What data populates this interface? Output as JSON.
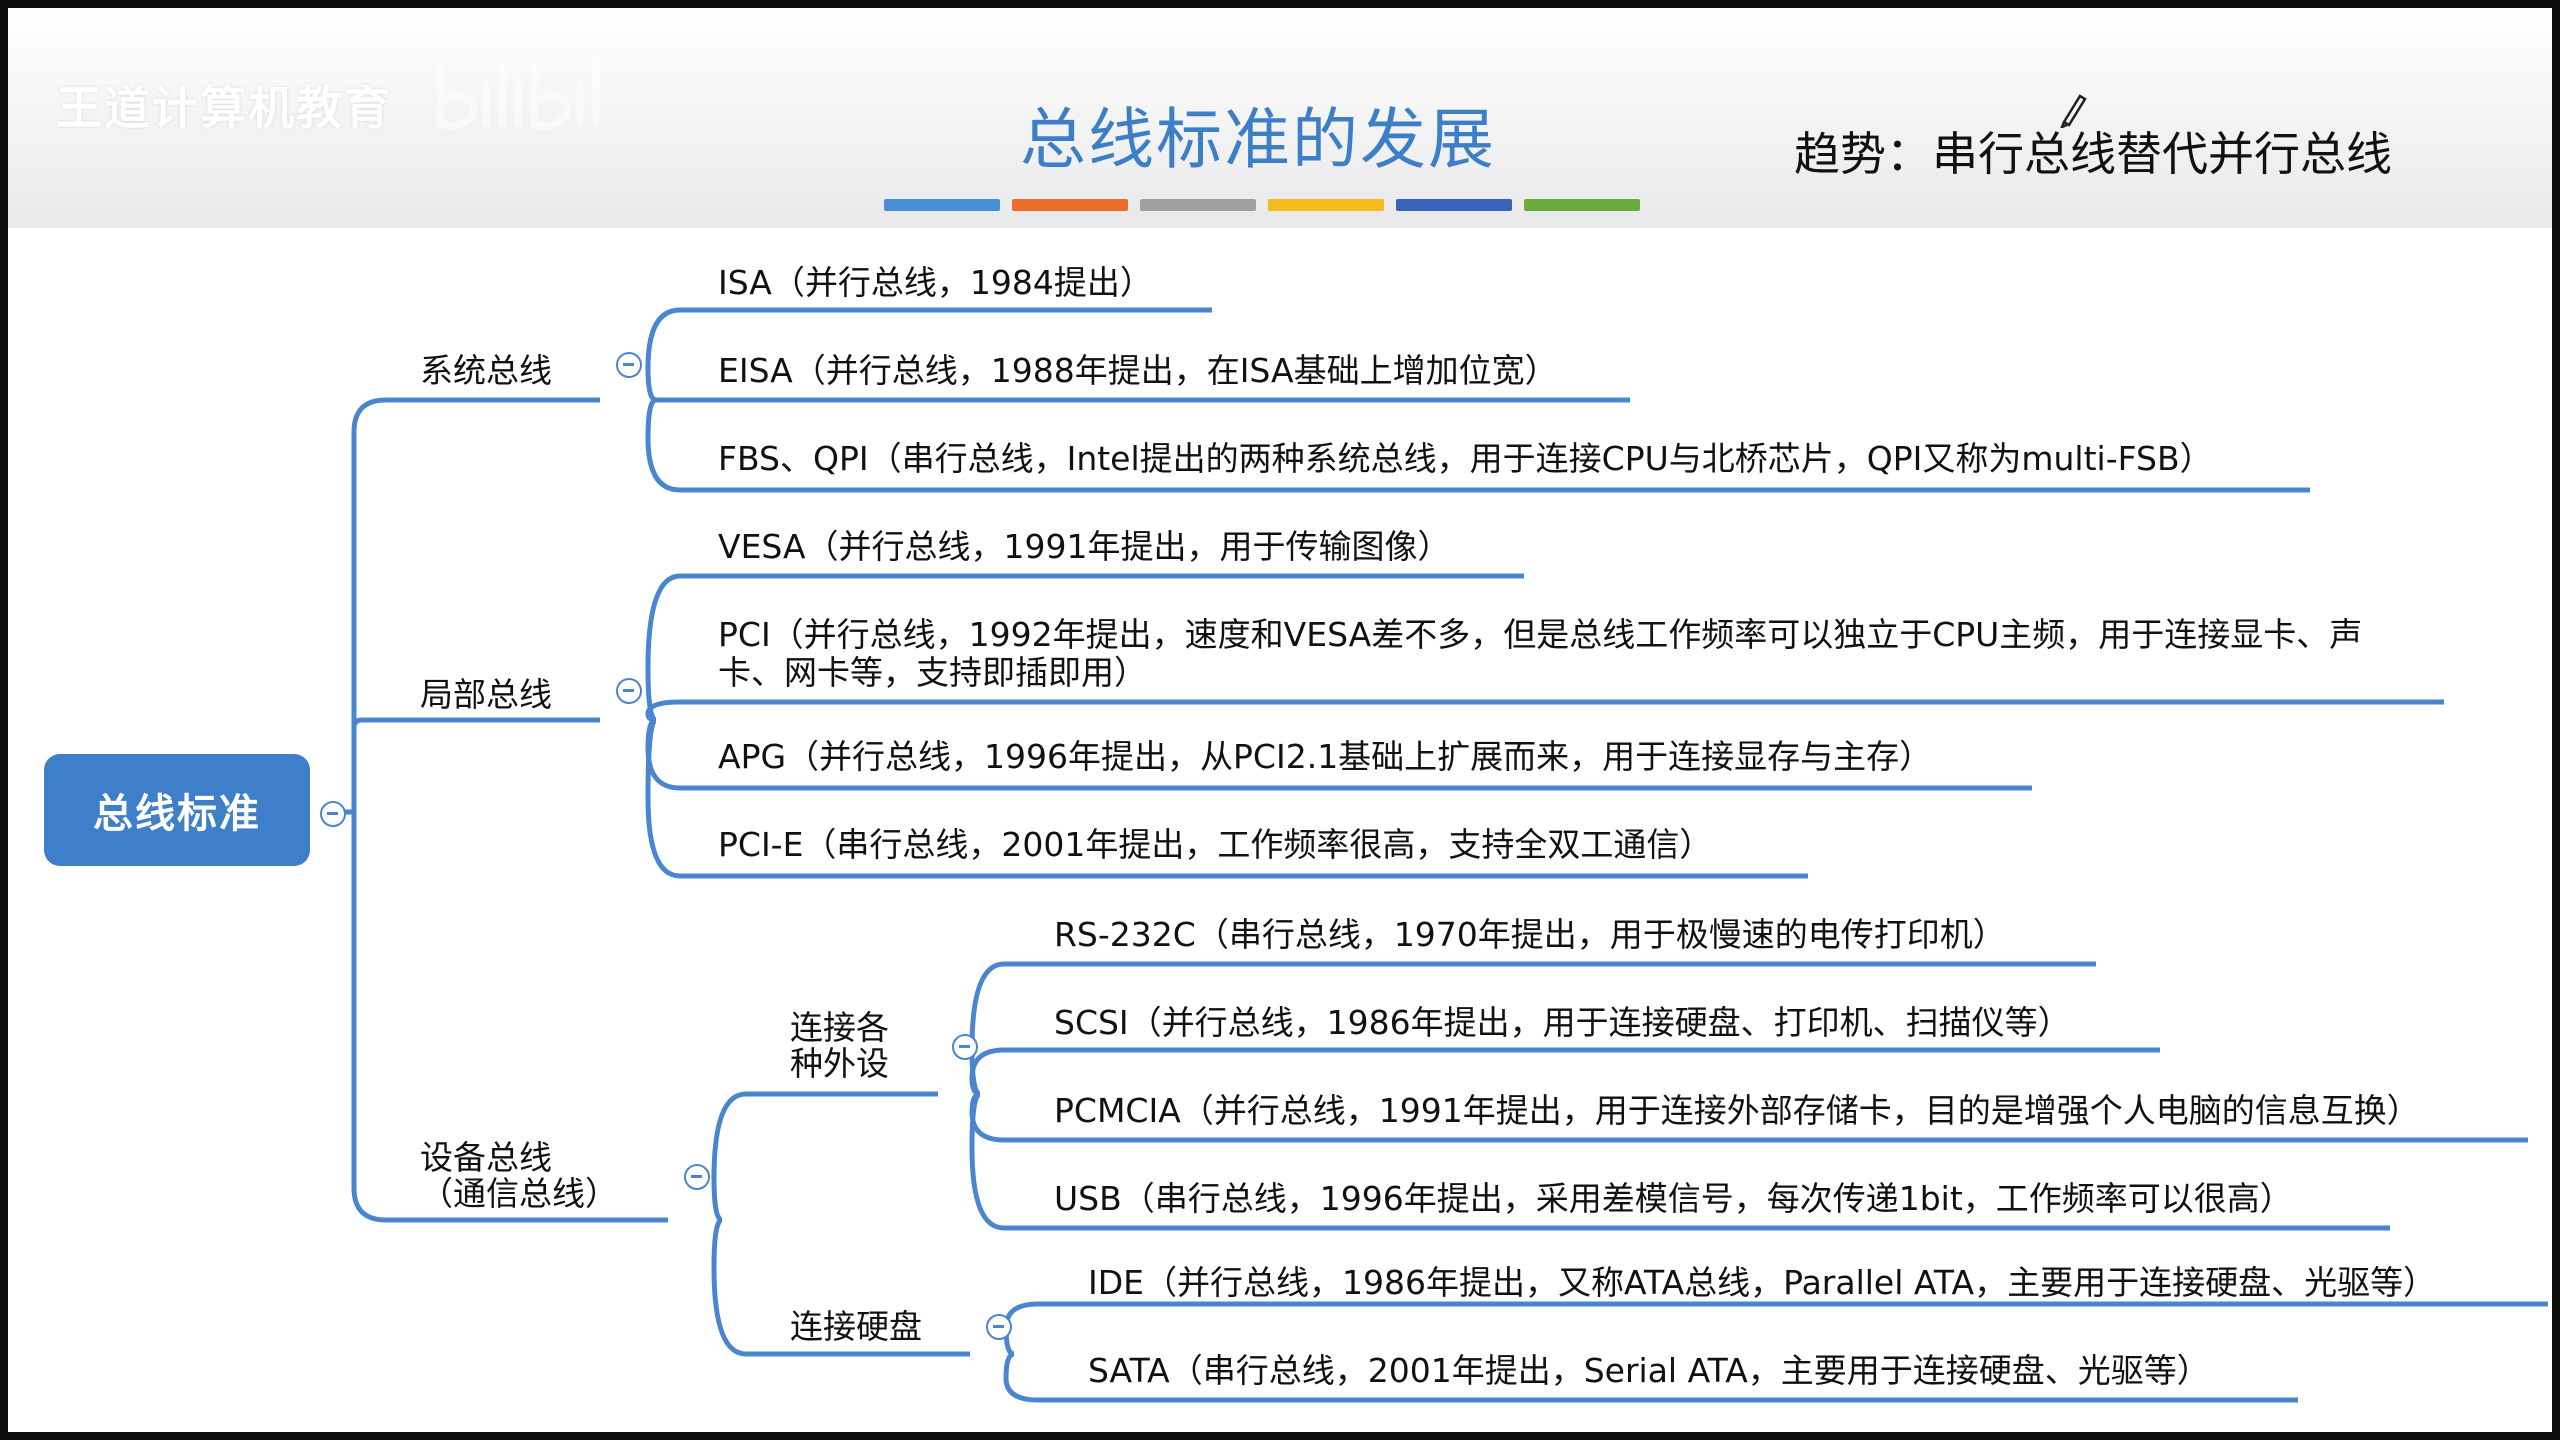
{
  "header": {
    "watermark": "王道计算机教育",
    "title": "总线标准的发展",
    "trend": "趋势：串行总线替代并行总线",
    "color_bar": [
      "#4a8fd6",
      "#e8702a",
      "#a0a0a0",
      "#f3bb1c",
      "#3a62b8",
      "#6aac3e"
    ]
  },
  "mindmap": {
    "root": "总线标准",
    "branches": [
      {
        "label": "系统总线",
        "leaves": [
          "ISA（并行总线，1984提出）",
          "EISA（并行总线，1988年提出，在ISA基础上增加位宽）",
          "FBS、QPI（串行总线，Intel提出的两种系统总线，用于连接CPU与北桥芯片，QPI又称为multi-FSB）"
        ]
      },
      {
        "label": "局部总线",
        "leaves": [
          "VESA（并行总线，1991年提出，用于传输图像）",
          "PCI（并行总线，1992年提出，速度和VESA差不多，但是总线工作频率可以独立于CPU主频，用于连接显卡、声卡、网卡等，支持即插即用）",
          "APG（并行总线，1996年提出，从PCI2.1基础上扩展而来，用于连接显存与主存）",
          "PCI-E（串行总线，2001年提出，工作频率很高，支持全双工通信）"
        ]
      },
      {
        "label_line1": "设备总线",
        "label_line2": "（通信总线）",
        "children": [
          {
            "label_line1": "连接各",
            "label_line2": "种外设",
            "leaves": [
              "RS-232C（串行总线，1970年提出，用于极慢速的电传打印机）",
              "SCSI（并行总线，1986年提出，用于连接硬盘、打印机、扫描仪等）",
              "PCMCIA（并行总线，1991年提出，用于连接外部存储卡，目的是增强个人电脑的信息互换）",
              "USB（串行总线，1996年提出，采用差模信号，每次传递1bit，工作频率可以很高）"
            ]
          },
          {
            "label": "连接硬盘",
            "leaves": [
              "IDE（并行总线，1986年提出，又称ATA总线，Parallel ATA，主要用于连接硬盘、光驱等）",
              "SATA（串行总线，2001年提出，Serial ATA，主要用于连接硬盘、光驱等）"
            ]
          }
        ]
      }
    ]
  },
  "colors": {
    "accent": "#3f7ec9",
    "line": "#4a86cf",
    "title": "#3c7fc6"
  }
}
